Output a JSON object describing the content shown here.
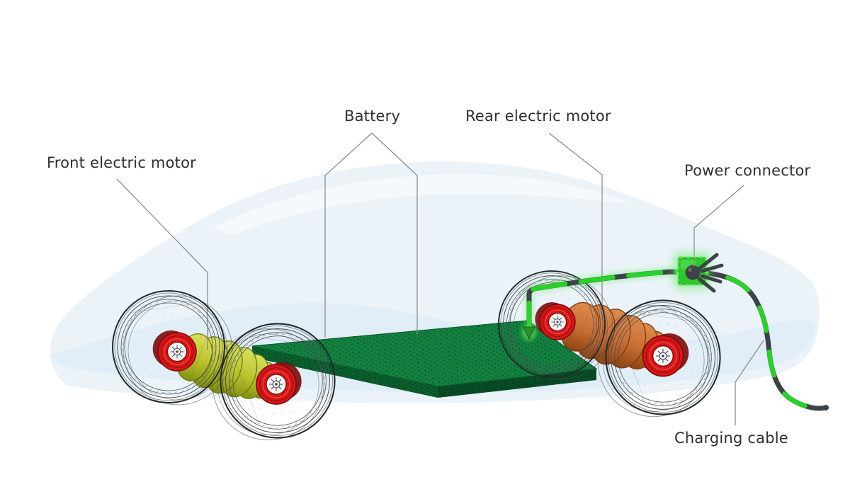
{
  "diagram": {
    "type": "labeled-illustration",
    "subject": "Electric vehicle chassis with battery, motors and charging system",
    "labels": {
      "front_motor": "Front electric motor",
      "battery": "Battery",
      "rear_motor": "Rear electric motor",
      "power_connector": "Power connector",
      "charging_cable": "Charging cable"
    },
    "components": [
      "front-electric-motor",
      "battery-pack",
      "rear-electric-motor",
      "power-connector",
      "charging-cable",
      "wheel-front-left",
      "wheel-front-right",
      "wheel-rear-left",
      "wheel-rear-right",
      "car-body-silhouette"
    ]
  },
  "colors": {
    "background": "#ffffff",
    "label_text": "#2f2f2f",
    "leader_gray": "#858585",
    "silhouette_blue": "#d8e8f4",
    "battery_green": "#12813f",
    "battery_side": "#0a5f2d",
    "battery_side_dark": "#084c26",
    "cable_green": "#2bd12b",
    "cable_dark": "#3d4347",
    "connector_green": "#2ec72e",
    "glow_green": "#5ee85e",
    "motor_front_yellow": "#bcc32b",
    "motor_front_outline": "#6d7a0e",
    "motor_rear_orange": "#c9703a",
    "motor_rear_outline": "#7c3d0c",
    "hub_red": "#d61717",
    "hub_red_dark": "#7c0a0a",
    "wireframe_dark": "#23282b",
    "wireframe_light": "#4a5156"
  }
}
